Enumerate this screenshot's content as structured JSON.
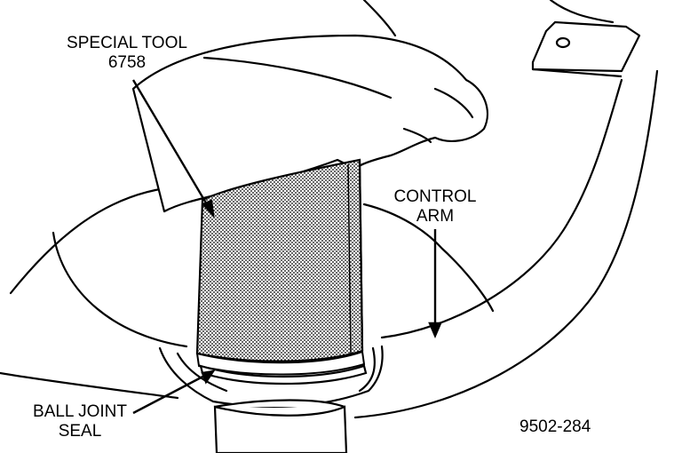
{
  "labels": {
    "special_tool_line1": "SPECIAL TOOL",
    "special_tool_line2": "6758",
    "control_arm_line1": "CONTROL",
    "control_arm_line2": "ARM",
    "ball_joint_seal_line1": "BALL JOINT",
    "ball_joint_seal_line2": "SEAL",
    "figure_number": "9502-284"
  }
}
